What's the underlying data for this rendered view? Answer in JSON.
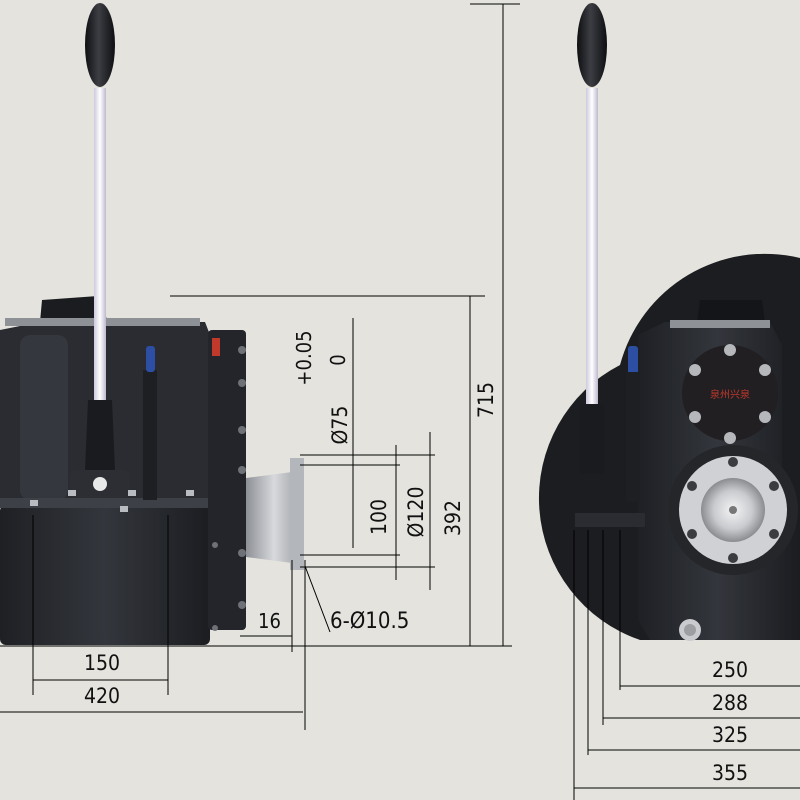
{
  "drawing": {
    "side_view": {
      "dims": {
        "overall_height": "715",
        "lower_height": "392",
        "flange_dia": "Ø120",
        "pilot_dia": "Ø75",
        "tolerance_upper": "+0.05",
        "tolerance_lower": "0",
        "bore_spacing": "100",
        "hole_spec": "6-Ø10.5",
        "flange_thickness": "16",
        "foot_spacing_inner": "150",
        "foot_spacing_outer": "420"
      }
    },
    "front_view": {
      "cover_marking": "泉州兴泉",
      "dims": {
        "w1": "250",
        "w2": "288",
        "w3": "325",
        "w4": "355"
      }
    }
  },
  "colors": {
    "background": "#e4e3de",
    "housing": "#2b2d31",
    "housing_highlight": "#4a4d54",
    "lever_rod": "#f3f1f6",
    "knob": "#1f2023",
    "flange": "#c7c9cc",
    "red_marking": "#c0392b"
  }
}
